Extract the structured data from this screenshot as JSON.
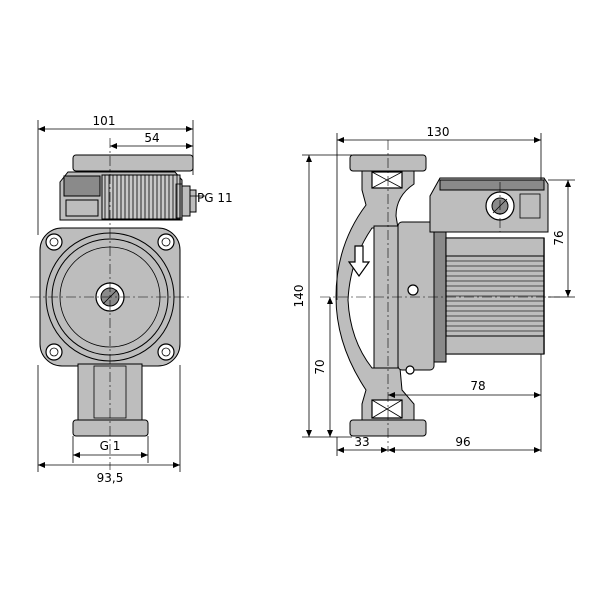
{
  "dimensions": {
    "front_total_width": "101",
    "front_offset": "54",
    "cable_gland": "PG 11",
    "pipe_thread": "G 1",
    "front_body_width": "93,5",
    "side_total_width": "130",
    "side_height": "140",
    "side_upper_height": "76",
    "side_lower_height": "70",
    "side_motor_length": "78",
    "side_inlet_offset": "33",
    "side_motor_depth": "96"
  },
  "colors": {
    "line": "#000000",
    "body_fill": "#bdbdbd",
    "dark_fill": "#8a8a8a"
  }
}
